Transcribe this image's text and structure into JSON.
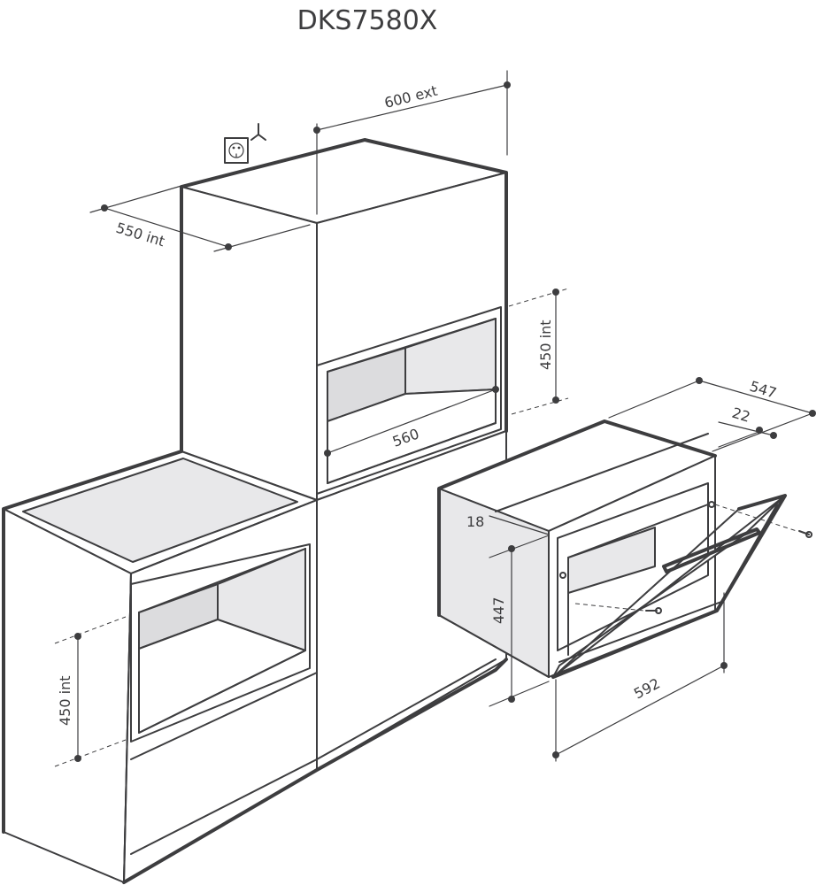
{
  "title": "DKS7580X",
  "dimensions": {
    "cabinet_width_ext": "600 ext",
    "cabinet_depth_int": "550 int",
    "upper_niche_height_int": "450 int",
    "upper_niche_width": "560",
    "lower_niche_height_int": "450 int",
    "appliance_depth": "547",
    "front_frame_depth": "22",
    "panel_thickness": "18",
    "appliance_height": "447",
    "appliance_width": "592"
  },
  "icons": [
    "power-socket-icon",
    "ground-symbol-icon"
  ]
}
